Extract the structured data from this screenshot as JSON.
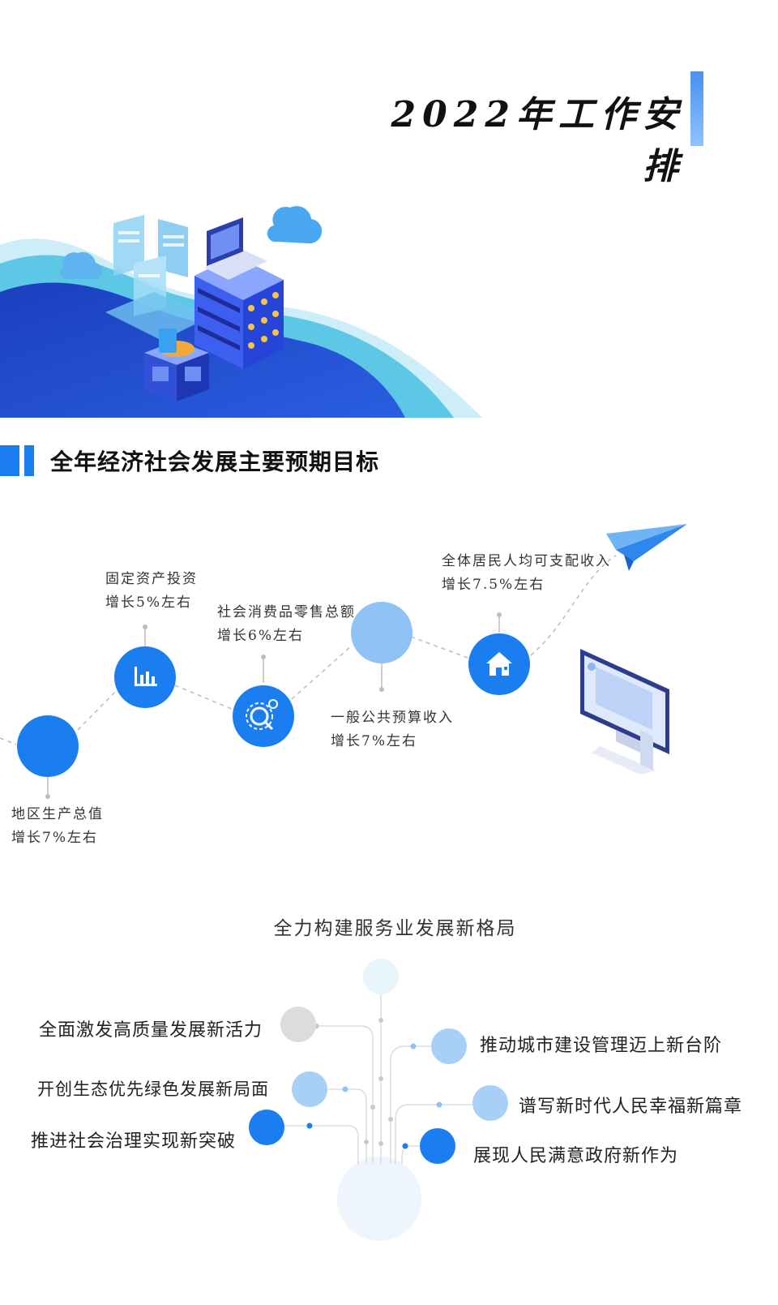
{
  "header": {
    "title": "2022年工作安排"
  },
  "section1": {
    "title": "全年经济社会发展主要预期目标",
    "targets": [
      {
        "name": "地区生产总值",
        "value": "增长7%左右"
      },
      {
        "name": "固定资产投资",
        "value": "增长5%左右"
      },
      {
        "name": "社会消费品零售总额",
        "value": "增长6%左右"
      },
      {
        "name": "一般公共预算收入",
        "value": "增长7%左右"
      },
      {
        "name": "全体居民人均可支配收入",
        "value": "增长7.5%左右"
      }
    ]
  },
  "section2": {
    "title": "全力构建服务业发展新格局",
    "left_items": [
      "全面激发高质量发展新活力",
      "开创生态优先绿色发展新局面",
      "推进社会治理实现新突破"
    ],
    "right_items": [
      "推动城市建设管理迈上新台阶",
      "谱写新时代人民幸福新篇章",
      "展现人民满意政府新作为"
    ]
  },
  "colors": {
    "primary": "#1a7ef0",
    "accent_light": "#8fc2f5",
    "deep_blue": "#1540c8",
    "gray_dot": "#dcdcdc"
  },
  "icons": [
    "bar-chart-icon",
    "gear-search-icon",
    "house-icon",
    "paper-plane-icon",
    "monitor-icon",
    "server-icon",
    "cloud-icon"
  ]
}
